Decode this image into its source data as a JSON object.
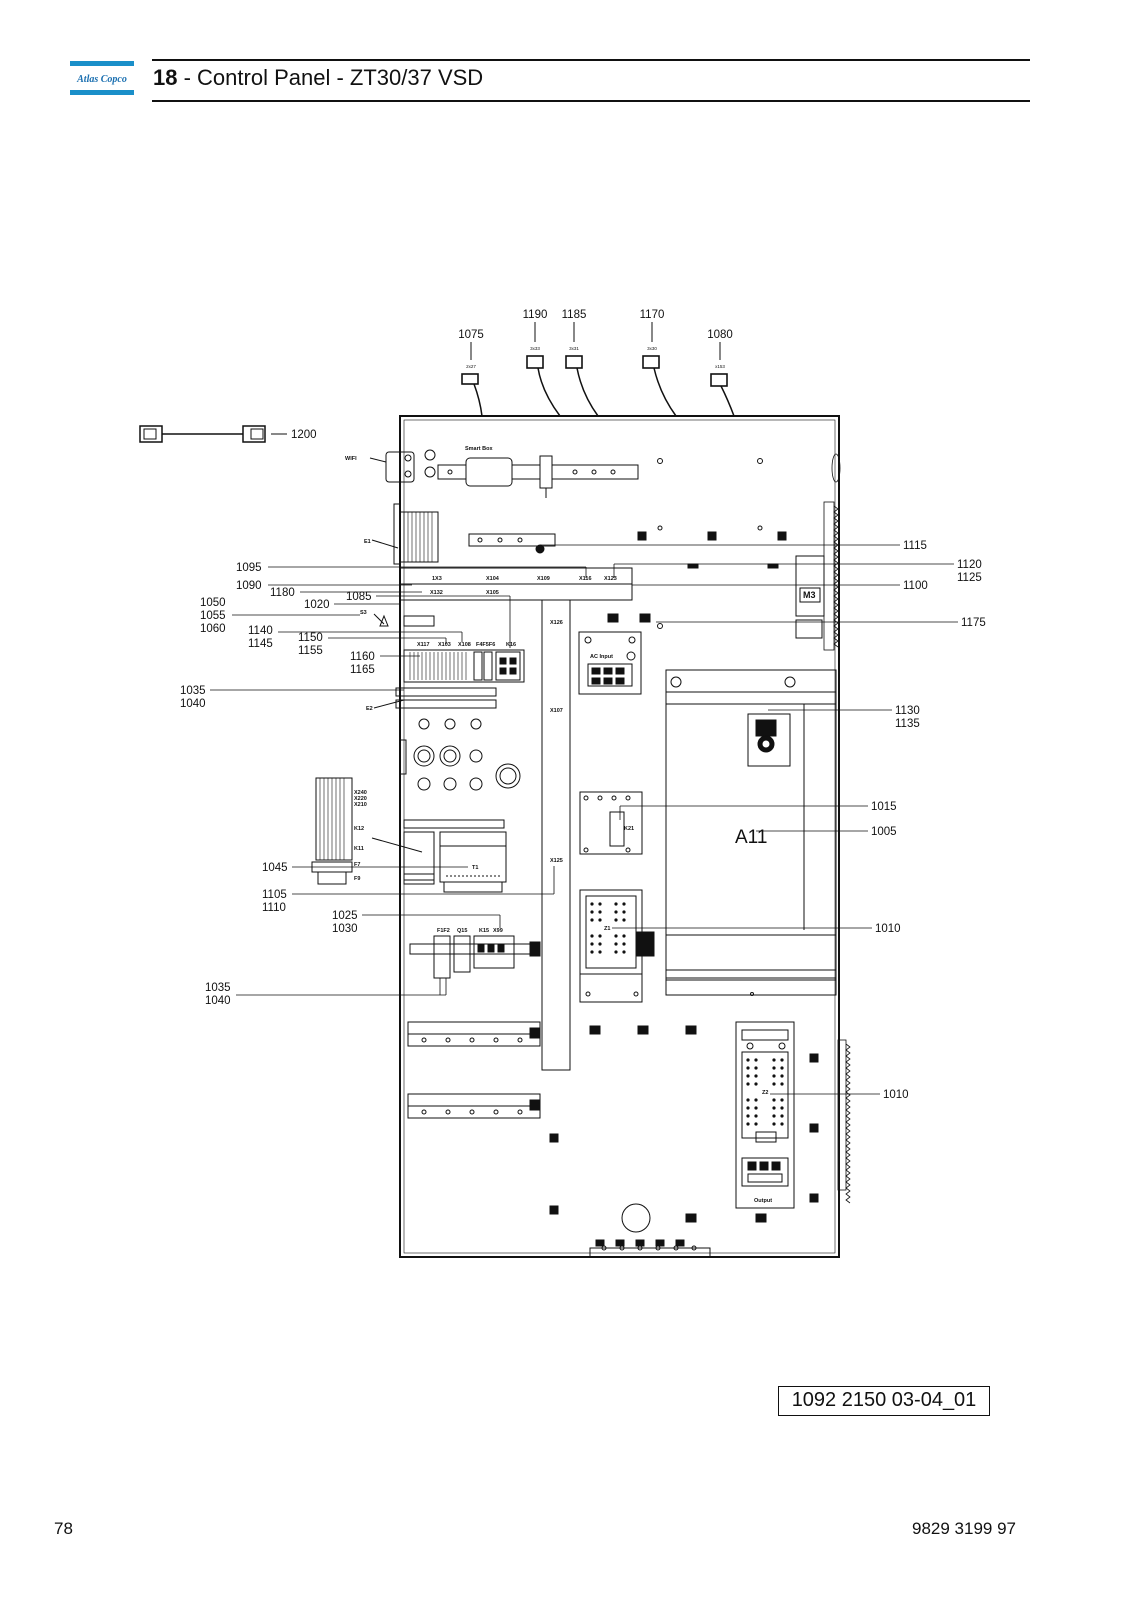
{
  "header": {
    "logo_text": "Atlas Copco",
    "section_number": "18",
    "separator": " - ",
    "section_title": "Control Panel - ZT30/37 VSD"
  },
  "diagram": {
    "connector_callouts": [
      {
        "id": "1075",
        "code": "2x27"
      },
      {
        "id": "1190",
        "code": "3x33"
      },
      {
        "id": "1185",
        "code": "3x31"
      },
      {
        "id": "1170",
        "code": "3x30"
      },
      {
        "id": "1080",
        "code": "x153"
      }
    ],
    "callouts_left": [
      "1200",
      "1095",
      "1090",
      "1180",
      "1050",
      "1055",
      "1060",
      "1020",
      "1085",
      "1140",
      "1145",
      "1150",
      "1155",
      "1160",
      "1165",
      "1035",
      "1040",
      "1045",
      "1105",
      "1110",
      "1025",
      "1030",
      "1035",
      "1040"
    ],
    "callouts_right": [
      "1115",
      "1120",
      "1125",
      "1100",
      "1175",
      "1130",
      "1135",
      "1015",
      "1005",
      "1010",
      "1010"
    ],
    "component_labels": {
      "wifi": "WIFI",
      "smart_box": "Smart Box",
      "e1": "E1",
      "e2": "E2",
      "s3": "S3",
      "m3": "M3",
      "a11": "A11",
      "t1": "T1",
      "k21": "K21",
      "z1": "Z1",
      "z2": "Z2",
      "ac_input": "AC Input",
      "output": "Output",
      "x1x3": "1X3",
      "x104": "X104",
      "x109": "X109",
      "x116": "X116",
      "x123": "X123",
      "x132": "X132",
      "x105": "X105",
      "x126": "X126",
      "x107": "X107",
      "x125": "X125",
      "x117": "X117",
      "x103": "X103",
      "x108": "X108",
      "f4f5f6": "F4F5F6",
      "k16": "K16",
      "x240": "X240",
      "x220": "X220",
      "x210": "X210",
      "k12": "K12",
      "k11": "K11",
      "f7": "F7",
      "f9": "F9",
      "f1f2": "F1F2",
      "q15": "Q15",
      "k15": "K15",
      "x99": "X99"
    }
  },
  "drawing_ref": "1092 2150 03-04_01",
  "footer": {
    "page_number": "78",
    "doc_number": "9829 3199 97"
  }
}
